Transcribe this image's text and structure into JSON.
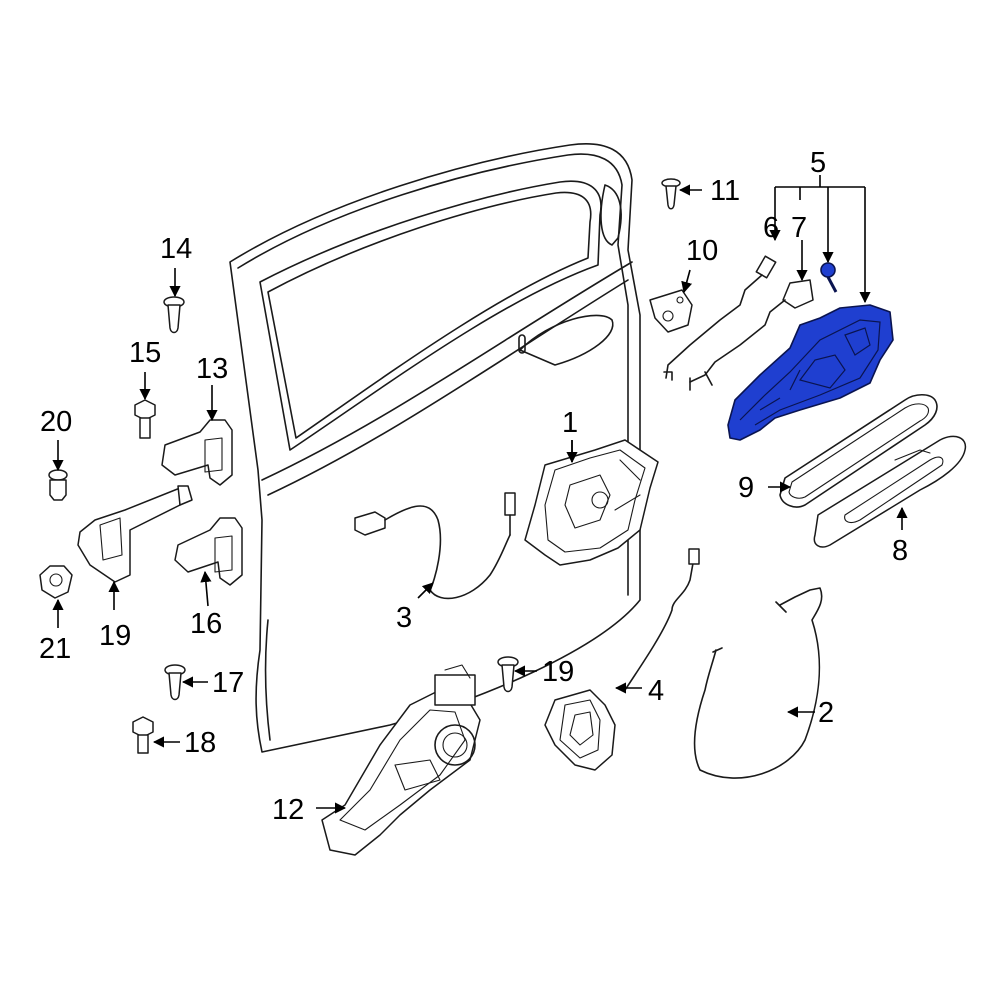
{
  "diagram": {
    "highlight_color": "#1f3fd0",
    "callouts": [
      {
        "id": "c1",
        "text": "1"
      },
      {
        "id": "c2",
        "text": "2"
      },
      {
        "id": "c3",
        "text": "3"
      },
      {
        "id": "c4",
        "text": "4"
      },
      {
        "id": "c5",
        "text": "5"
      },
      {
        "id": "c6",
        "text": "6"
      },
      {
        "id": "c7",
        "text": "7"
      },
      {
        "id": "c8",
        "text": "8"
      },
      {
        "id": "c9",
        "text": "9"
      },
      {
        "id": "c10",
        "text": "10"
      },
      {
        "id": "c11",
        "text": "11"
      },
      {
        "id": "c12",
        "text": "12"
      },
      {
        "id": "c13",
        "text": "13"
      },
      {
        "id": "c14",
        "text": "14"
      },
      {
        "id": "c15",
        "text": "15"
      },
      {
        "id": "c16",
        "text": "16"
      },
      {
        "id": "c17",
        "text": "17"
      },
      {
        "id": "c18",
        "text": "18"
      },
      {
        "id": "c19a",
        "text": "19"
      },
      {
        "id": "c19b",
        "text": "19"
      },
      {
        "id": "c20",
        "text": "20"
      },
      {
        "id": "c21",
        "text": "21"
      }
    ]
  }
}
